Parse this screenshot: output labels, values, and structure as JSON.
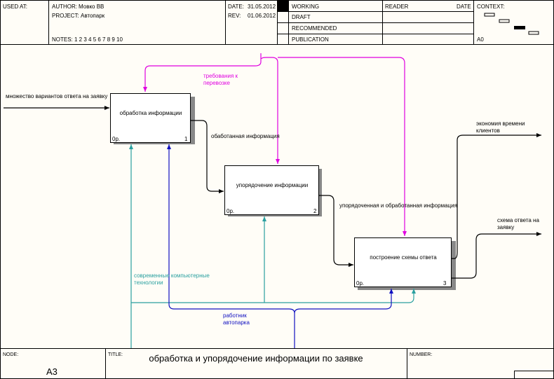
{
  "header": {
    "used_at_label": "USED AT:",
    "author_label": "AUTHOR:",
    "author_value": "Мовко ВВ",
    "project_label": "PROJECT:",
    "project_value": "Автопарк",
    "notes_label": "NOTES:",
    "notes_value": "1 2 3 4 5 6 7 8 9 10",
    "date_label": "DATE:",
    "date_value": "31.05.2012",
    "rev_label": "REV:",
    "rev_value": "01.06.2012",
    "status": [
      "WORKING",
      "DRAFT",
      "RECOMMENDED",
      "PUBLICATION"
    ],
    "reader_label": "READER",
    "reader_date_label": "DATE",
    "context_label": "CONTEXT:",
    "context_node": "A0"
  },
  "diagram": {
    "boxes": [
      {
        "label": "обработка информации",
        "cost": "0р.",
        "number": "1"
      },
      {
        "label": "упорядочение информации",
        "cost": "0р.",
        "number": "2"
      },
      {
        "label": "построение схемы ответа",
        "cost": "0р.",
        "number": "3"
      }
    ],
    "arrows": {
      "input": "множество вариантов ответа на заявку",
      "control": "требования к перевозке",
      "flow1": "обаботанная информация",
      "flow2": "упорядоченная и обработанная информация",
      "output1": "экономия времени клиентов",
      "output2": "схема ответа на заявку",
      "mech1": "современные компьютерные технологии",
      "mech2": "работник автопарка"
    },
    "colors": {
      "control": "#e000e0",
      "mech_teal": "#2aa0a0",
      "mech_blue": "#1010c0",
      "line": "#000000"
    }
  },
  "footer": {
    "node_label": "NODE:",
    "node_value": "A3",
    "title_label": "TITLE:",
    "title_value": "обработка и упорядочение информации по заявке",
    "number_label": "NUMBER:"
  }
}
